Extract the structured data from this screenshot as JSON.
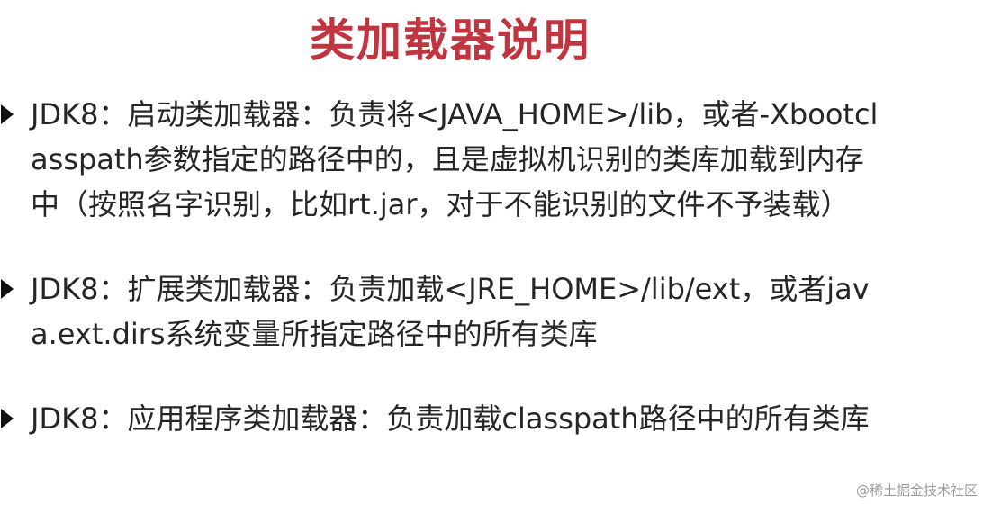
{
  "slide": {
    "title": "类加载器说明",
    "bullets": [
      {
        "text": "JDK8：启动类加载器：负责将<JAVA_HOME>/lib，或者-Xbootclasspath参数指定的路径中的，且是虚拟机识别的类库加载到内存中（按照名字识别，比如rt.jar，对于不能识别的文件不予装载）"
      },
      {
        "text": "JDK8：扩展类加载器：负责加载<JRE_HOME>/lib/ext，或者java.ext.dirs系统变量所指定路径中的所有类库"
      },
      {
        "text": "JDK8：应用程序类加载器：负责加载classpath路径中的所有类库"
      }
    ],
    "watermark": "@稀土掘金技术社区"
  },
  "colors": {
    "title": "#c0353f",
    "text": "#262626",
    "watermark": "#9a9a9a"
  },
  "icons": {
    "bullet_marker": "triangle-right-icon"
  }
}
